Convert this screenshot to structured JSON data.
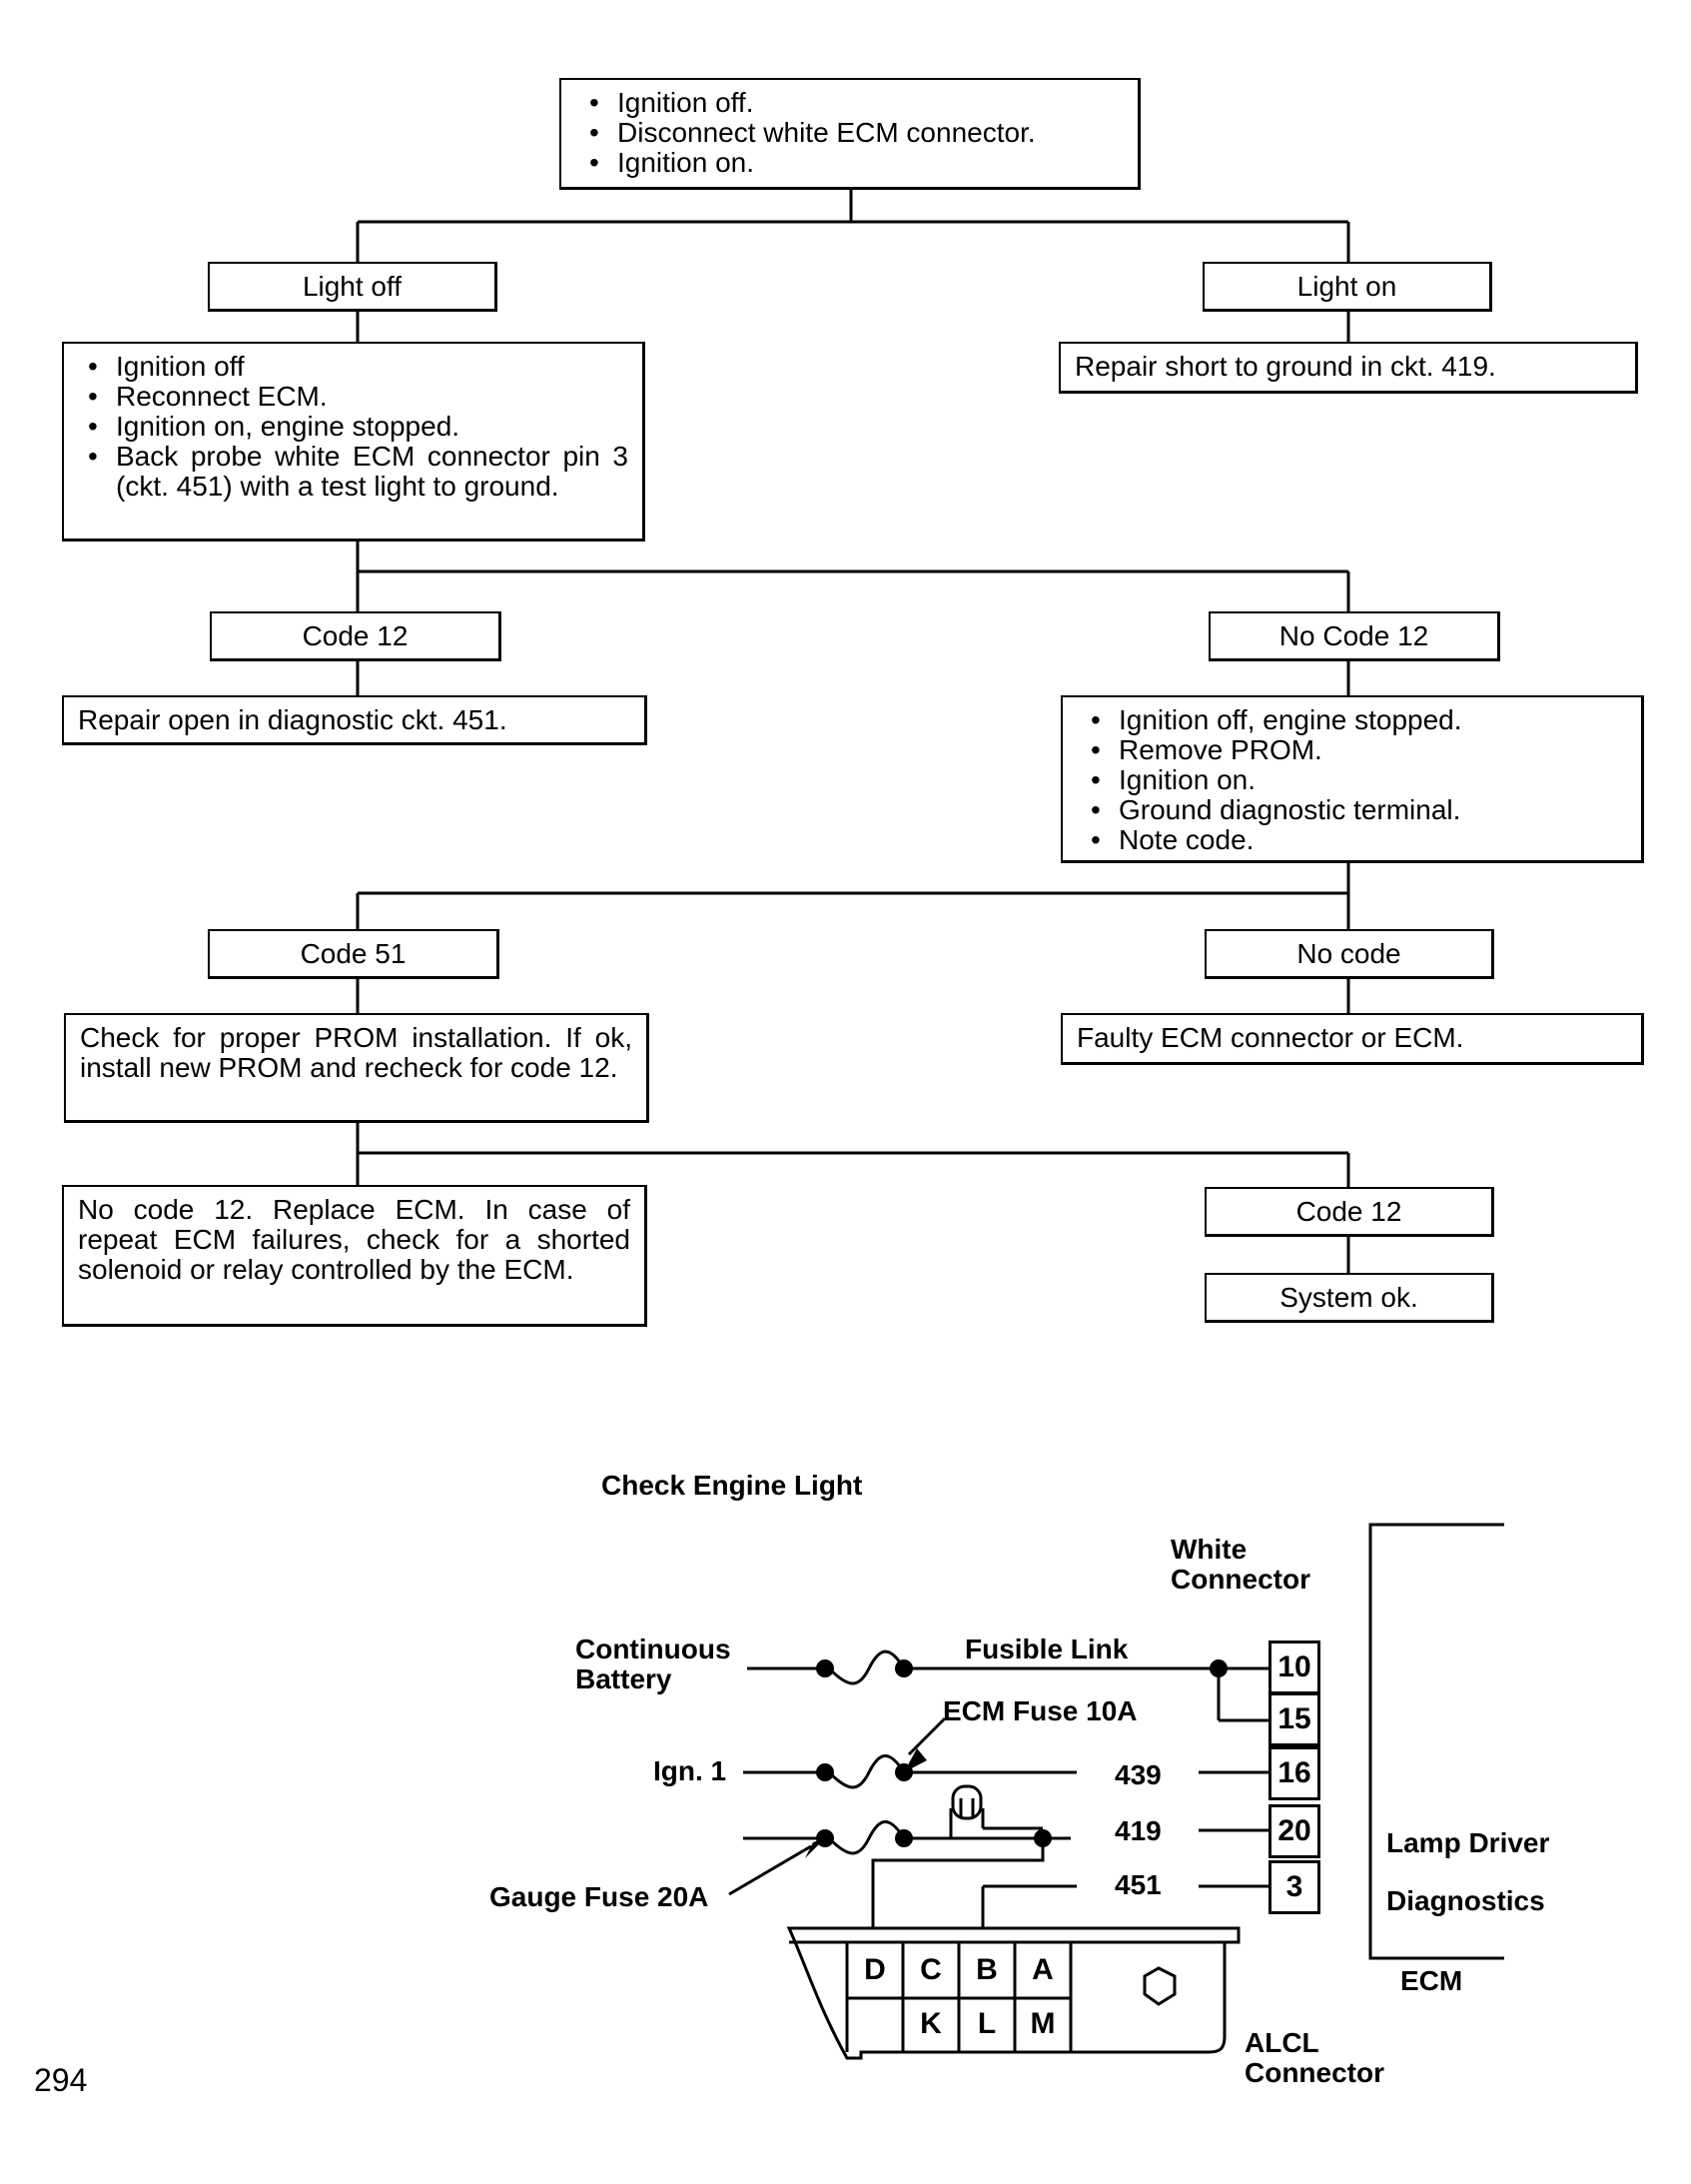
{
  "flowchart": {
    "start": {
      "items": [
        "Ignition off.",
        "Disconnect white ECM connector.",
        "Ignition on."
      ]
    },
    "light_off": "Light off",
    "light_on": "Light on",
    "light_off_steps": {
      "items": [
        "Ignition off",
        "Reconnect ECM.",
        "Ignition on, engine stopped.",
        "Back probe white ECM connector pin 3 (ckt. 451) with a test light to ground."
      ]
    },
    "light_on_result": "Repair short to ground in ckt. 419.",
    "code_12_a": "Code 12",
    "no_code_12": "No Code 12",
    "code_12_a_result": "Repair open in diagnostic ckt. 451.",
    "no_code_12_steps": {
      "items": [
        "Ignition off, engine stopped.",
        "Remove PROM.",
        "Ignition on.",
        "Ground diagnostic terminal.",
        "Note code."
      ]
    },
    "code_51": "Code 51",
    "no_code": "No code",
    "code_51_steps": "Check for proper PROM installation. If ok, install new PROM and recheck for code 12.",
    "no_code_result": "Faulty ECM connector or ECM.",
    "no_code_12_replace": "No code 12. Replace ECM. In case of repeat ECM failures, check for a shorted solenoid or relay controlled by the ECM.",
    "code_12_b": "Code 12",
    "system_ok": "System ok."
  },
  "schematic": {
    "title": "Check Engine Light",
    "white_connector": [
      "White",
      "Connector"
    ],
    "continuous_battery": [
      "Continuous",
      "Battery"
    ],
    "fusible_link": "Fusible Link",
    "ecm_fuse": "ECM Fuse 10A",
    "ign1": "Ign. 1",
    "gauge_fuse": "Gauge Fuse 20A",
    "wire_labels": [
      "439",
      "419",
      "451"
    ],
    "pins": [
      "10",
      "15",
      "16",
      "20",
      "3"
    ],
    "lamp_driver": "Lamp Driver",
    "diagnostics": "Diagnostics",
    "ecm": "ECM",
    "alcl_connector": [
      "ALCL",
      "Connector"
    ],
    "alcl_top_row": [
      "D",
      "C",
      "B",
      "A"
    ],
    "alcl_bottom_row": [
      "K",
      "L",
      "M"
    ]
  },
  "page_number": "294"
}
